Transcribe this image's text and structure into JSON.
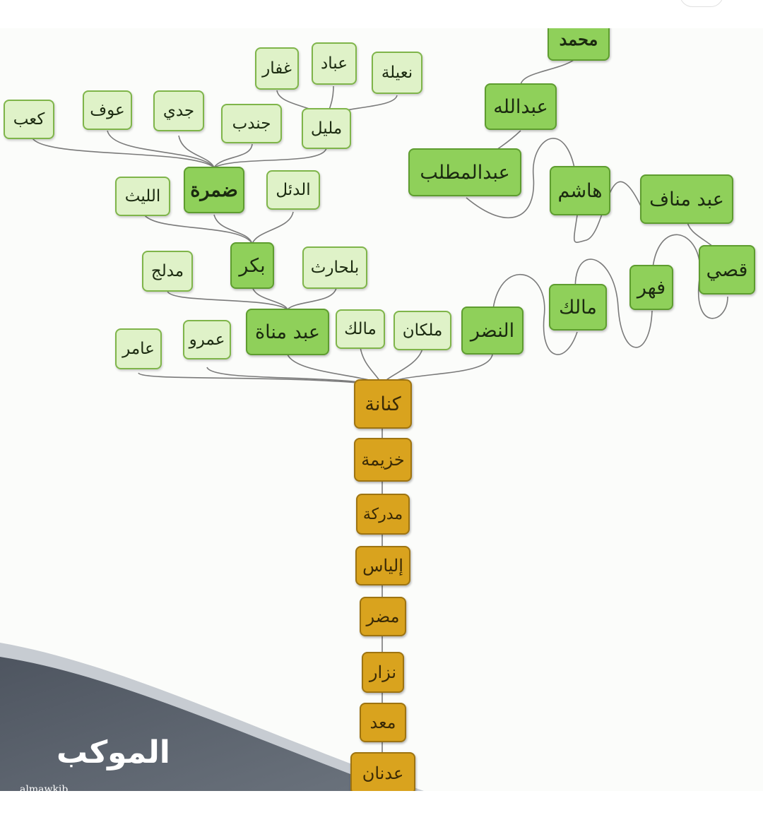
{
  "watermark": {
    "brand": "الموكب",
    "sub": "almawkib"
  },
  "tree": {
    "trunk": [
      "كنانة",
      "خزيمة",
      "مدركة",
      "إلياس",
      "مضر",
      "نزار",
      "معد",
      "عدنان"
    ],
    "kinana_children": [
      "عامر",
      "عمرو",
      "عبد مناة",
      "مالك",
      "ملكان",
      "النضر"
    ],
    "abd_manat_children": [
      "مدلج",
      "بكر",
      "بلحارث"
    ],
    "bakr_children": [
      "الليث",
      "ضمرة",
      "الدئل"
    ],
    "damra_children": [
      "كعب",
      "عوف",
      "جدي",
      "جندب",
      "مليل"
    ],
    "mulayl_children": [
      "غفار",
      "عباد",
      "نعيلة"
    ],
    "prophet_line": [
      "النضر",
      "مالك",
      "فهر",
      "قصي",
      "عبد مناف",
      "هاشم",
      "عبدالمطلب",
      "عبدالله",
      "محمد"
    ]
  },
  "colors": {
    "green": "#8fd05a",
    "light_green": "#dff2c8",
    "gold": "#d9a31e"
  }
}
